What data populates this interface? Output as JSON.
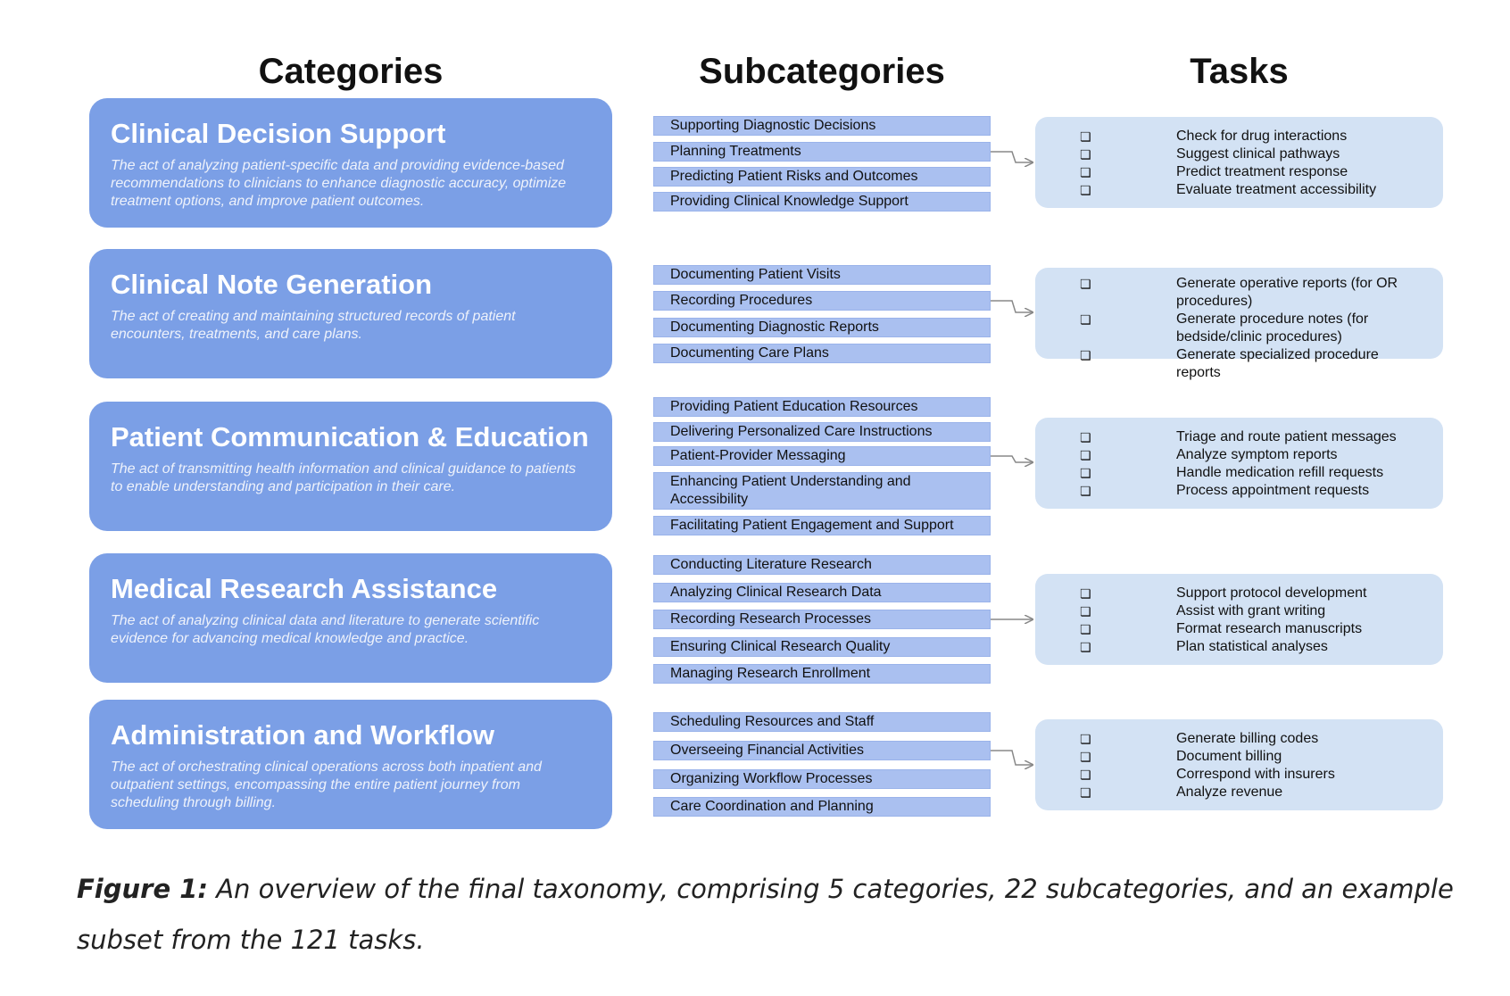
{
  "headers": {
    "categories": "Categories",
    "subcategories": "Subcategories",
    "tasks": "Tasks"
  },
  "check_glyph": "❏",
  "rows": [
    {
      "category": {
        "title": "Clinical Decision Support",
        "desc": "The act of analyzing patient-specific data and providing evidence-based recommendations to clinicians to enhance diagnostic accuracy, optimize treatment options, and improve patient outcomes."
      },
      "subcategories": [
        "Supporting Diagnostic Decisions",
        "Planning Treatments",
        "Predicting Patient Risks and Outcomes",
        "Providing Clinical Knowledge Support"
      ],
      "tasks": [
        "Check for drug interactions",
        "Suggest clinical pathways",
        "Predict treatment response",
        "Evaluate treatment accessibility"
      ]
    },
    {
      "category": {
        "title": "Clinical Note Generation",
        "desc": "The act of creating and maintaining structured records of patient encounters, treatments, and care plans."
      },
      "subcategories": [
        "Documenting Patient Visits",
        "Recording Procedures",
        "Documenting Diagnostic Reports",
        "Documenting Care Plans"
      ],
      "tasks": [
        "Generate operative reports (for OR procedures)",
        "Generate procedure notes (for bedside/clinic procedures)",
        "Generate specialized procedure reports"
      ]
    },
    {
      "category": {
        "title": "Patient Communication & Education",
        "desc": "The act of transmitting health information and clinical guidance to patients to enable understanding and participation in their care."
      },
      "subcategories": [
        "Providing Patient Education Resources",
        "Delivering Personalized Care Instructions",
        "Patient-Provider Messaging",
        "Enhancing Patient Understanding and Accessibility",
        "Facilitating Patient Engagement and Support"
      ],
      "tasks": [
        "Triage and route patient messages",
        "Analyze symptom reports",
        "Handle medication refill requests",
        "Process appointment requests"
      ]
    },
    {
      "category": {
        "title": "Medical Research Assistance",
        "desc": "The act of analyzing clinical data and literature to generate scientific evidence for advancing medical knowledge and practice."
      },
      "subcategories": [
        "Conducting Literature Research",
        "Analyzing Clinical Research Data",
        "Recording Research Processes",
        "Ensuring Clinical Research Quality",
        "Managing Research Enrollment"
      ],
      "tasks": [
        "Support protocol development",
        "Assist with grant writing",
        "Format research manuscripts",
        "Plan statistical analyses"
      ]
    },
    {
      "category": {
        "title": "Administration and Workflow",
        "desc": "The act of orchestrating clinical operations across both inpatient and outpatient settings, encompassing the entire patient journey from scheduling through billing."
      },
      "subcategories": [
        "Scheduling Resources and Staff",
        "Overseeing Financial Activities",
        "Organizing Workflow Processes",
        "Care Coordination and Planning"
      ],
      "tasks": [
        "Generate billing codes",
        "Document billing",
        "Correspond with insurers",
        "Analyze revenue"
      ]
    }
  ],
  "caption": {
    "label": "Figure 1:",
    "text": " An overview of the final taxonomy, comprising 5 categories, 22 subcategories, and an example subset from the 121 tasks."
  }
}
